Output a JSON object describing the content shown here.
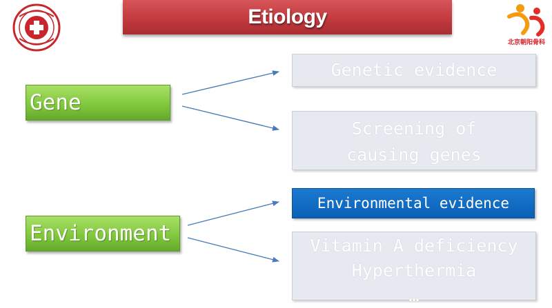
{
  "title": "Etiology",
  "logo_right_text": "北京朝阳骨科",
  "categories": {
    "gene": "Gene",
    "environment": "Environment"
  },
  "evidence": {
    "genetic": "Genetic evidence",
    "screening_line1": "Screening of",
    "screening_line2": "causing genes",
    "environmental": "Environmental evidence",
    "vitamin": "Vitamin A deficiency",
    "hyperthermia": "Hyperthermia",
    "ellipsis": "…"
  },
  "colors": {
    "title_bar": "#c23a3e",
    "green": "#82c83e",
    "blue": "#0a60b5",
    "grey_box": "#e6e9ef",
    "arrow": "#4a7ab8"
  },
  "icons": {
    "logo_left": "hospital-seal-logo",
    "logo_right": "orthopedics-logo"
  }
}
